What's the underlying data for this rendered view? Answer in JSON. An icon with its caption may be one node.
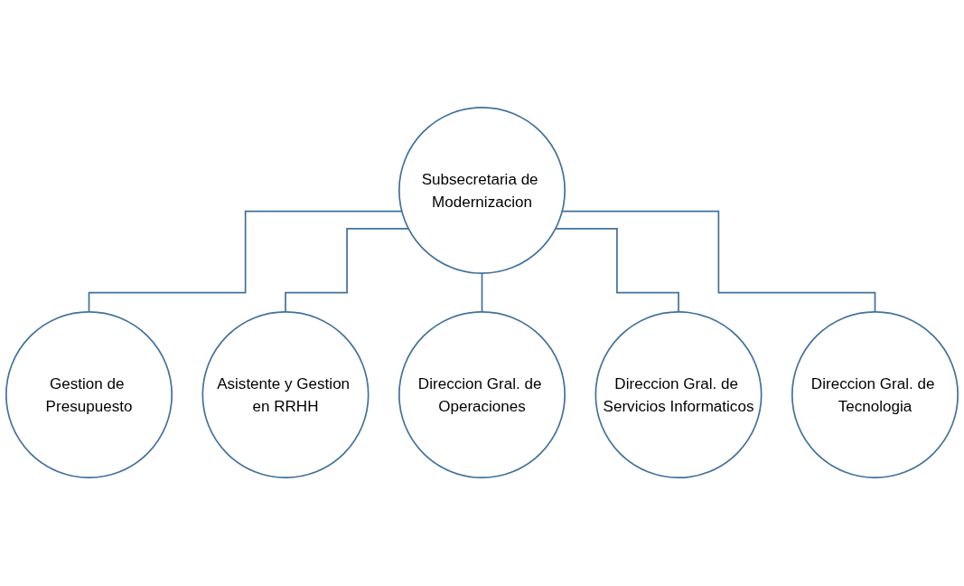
{
  "diagram": {
    "nodes": [
      {
        "text": [
          "Subsecretaria de Modernizacion"
        ]
      },
      {
        "text": [
          "Gestion de Presupuesto"
        ]
      },
      {
        "text": [
          "Asistente y Gestion en RRHH"
        ]
      },
      {
        "text": [
          "Direccion Gral. de Operaciones"
        ]
      },
      {
        "text": [
          "Direccion Gral. de Servicios Informaticos"
        ]
      },
      {
        "text": [
          "Direccion Gral. de Tecnologia"
        ]
      }
    ],
    "edges": [
      {
        "from": 0,
        "to": 1,
        "arrow": "none"
      },
      {
        "from": 0,
        "to": 2,
        "arrow": "none"
      },
      {
        "from": 0,
        "to": 3,
        "arrow": "none"
      },
      {
        "from": 0,
        "to": 4,
        "arrow": "none"
      },
      {
        "from": 0,
        "to": 5,
        "arrow": "none"
      }
    ]
  }
}
